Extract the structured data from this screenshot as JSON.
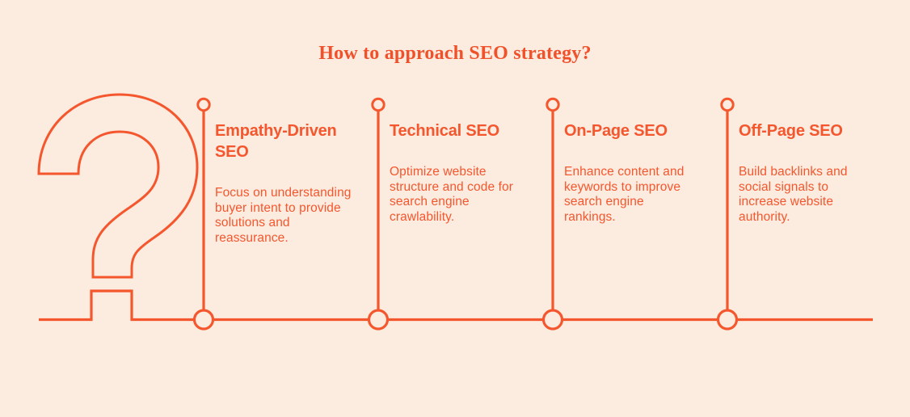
{
  "colors": {
    "background": "#FCEBDF",
    "accent": "#F4572E",
    "title_text": "#F0502A"
  },
  "title": "How to approach SEO strategy?",
  "question_mark_glyph": "?",
  "steps": [
    {
      "heading": "Empathy-Driven\nSEO",
      "description": "Focus on understanding\nbuyer intent to provide\nsolutions and\nreassurance."
    },
    {
      "heading": "Technical SEO",
      "description": "Optimize website\nstructure and code for\nsearch engine\ncrawlability."
    },
    {
      "heading": "On-Page SEO",
      "description": "Enhance content and\nkeywords to improve\nsearch engine\nrankings."
    },
    {
      "heading": "Off-Page SEO",
      "description": "Build backlinks and\nsocial signals to\nincrease website\nauthority."
    }
  ]
}
